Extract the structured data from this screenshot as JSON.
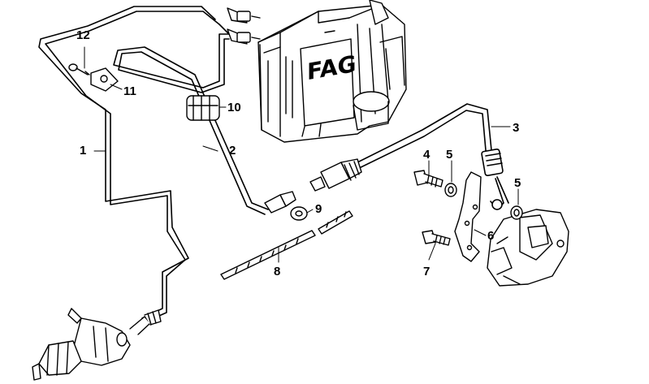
{
  "diagram": {
    "logo": "FAG",
    "callouts": [
      {
        "id": "c1",
        "label": "1"
      },
      {
        "id": "c2",
        "label": "2"
      },
      {
        "id": "c3",
        "label": "3"
      },
      {
        "id": "c4",
        "label": "4"
      },
      {
        "id": "c5a",
        "label": "5"
      },
      {
        "id": "c5b",
        "label": "5"
      },
      {
        "id": "c6",
        "label": "6"
      },
      {
        "id": "c7",
        "label": "7"
      },
      {
        "id": "c8",
        "label": "8"
      },
      {
        "id": "c9",
        "label": "9"
      },
      {
        "id": "c10",
        "label": "10"
      },
      {
        "id": "c11",
        "label": "11"
      },
      {
        "id": "c12",
        "label": "12"
      }
    ]
  }
}
